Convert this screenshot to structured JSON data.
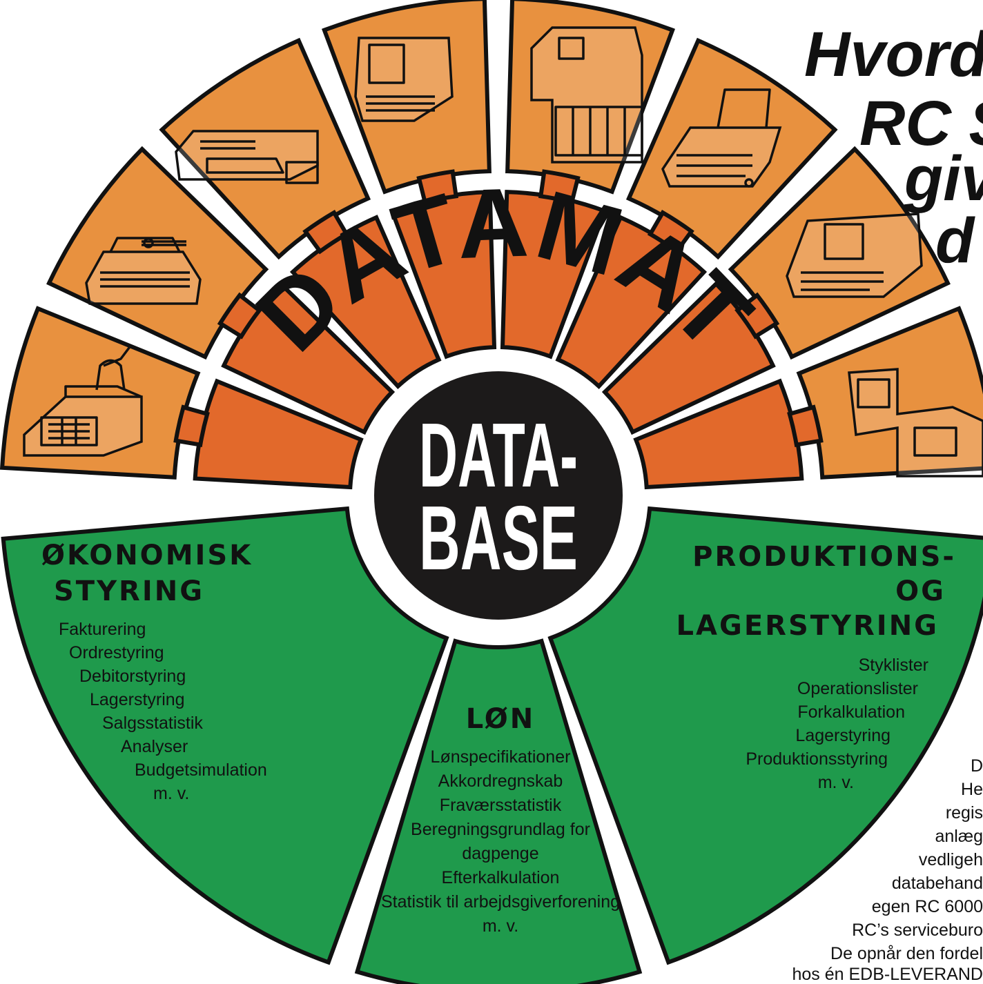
{
  "headline": {
    "lines": [
      "Hvorda",
      "RC S",
      "giv",
      "d"
    ]
  },
  "ring_label": "DATAMAT",
  "hub_label": [
    "DATA-",
    "BASE"
  ],
  "sections": {
    "economy": {
      "title": [
        "ØKONOMISK",
        "STYRING"
      ],
      "items": [
        "Fakturering",
        "Ordrestyring",
        "Debitorstyring",
        "Lagerstyring",
        "Salgsstatistik",
        "Analyser",
        "Budgetsimulation",
        "m. v."
      ]
    },
    "salary": {
      "title": "LØN",
      "items": [
        "Lønspecifikationer",
        "Akkordregnskab",
        "Fraværsstatistik",
        "Beregningsgrundlag for",
        "dagpenge",
        "Efterkalkulation",
        "Statistik til arbejdsgiverforening",
        "m. v."
      ]
    },
    "production": {
      "title": [
        "PRODUKTIONS-",
        "OG",
        "LAGERSTYRING"
      ],
      "items": [
        "Styklister",
        "Operationslister",
        "Forkalkulation",
        "Lagerstyring",
        "Produktionsstyring",
        "m. v."
      ]
    }
  },
  "side_text": [
    "D",
    "He",
    "regis",
    "anlæg",
    "vedligeh",
    "databehand",
    "egen RC 6000",
    "RC’s serviceburo",
    "De opnår den fordel",
    "hos én EDB-LEVERAND"
  ],
  "colors": {
    "orange_light": "#e8913f",
    "orange_dark": "#e2692b",
    "green": "#1f9a4c",
    "hub": "#1c1a1a",
    "outline": "#111111"
  },
  "icons": [
    "calculator-icon",
    "typewriter-icon",
    "terminal-icon",
    "keyboard-terminal-icon",
    "mainframe-icon",
    "teleprinter-icon",
    "display-terminal-icon",
    "desk-terminal-icon"
  ]
}
